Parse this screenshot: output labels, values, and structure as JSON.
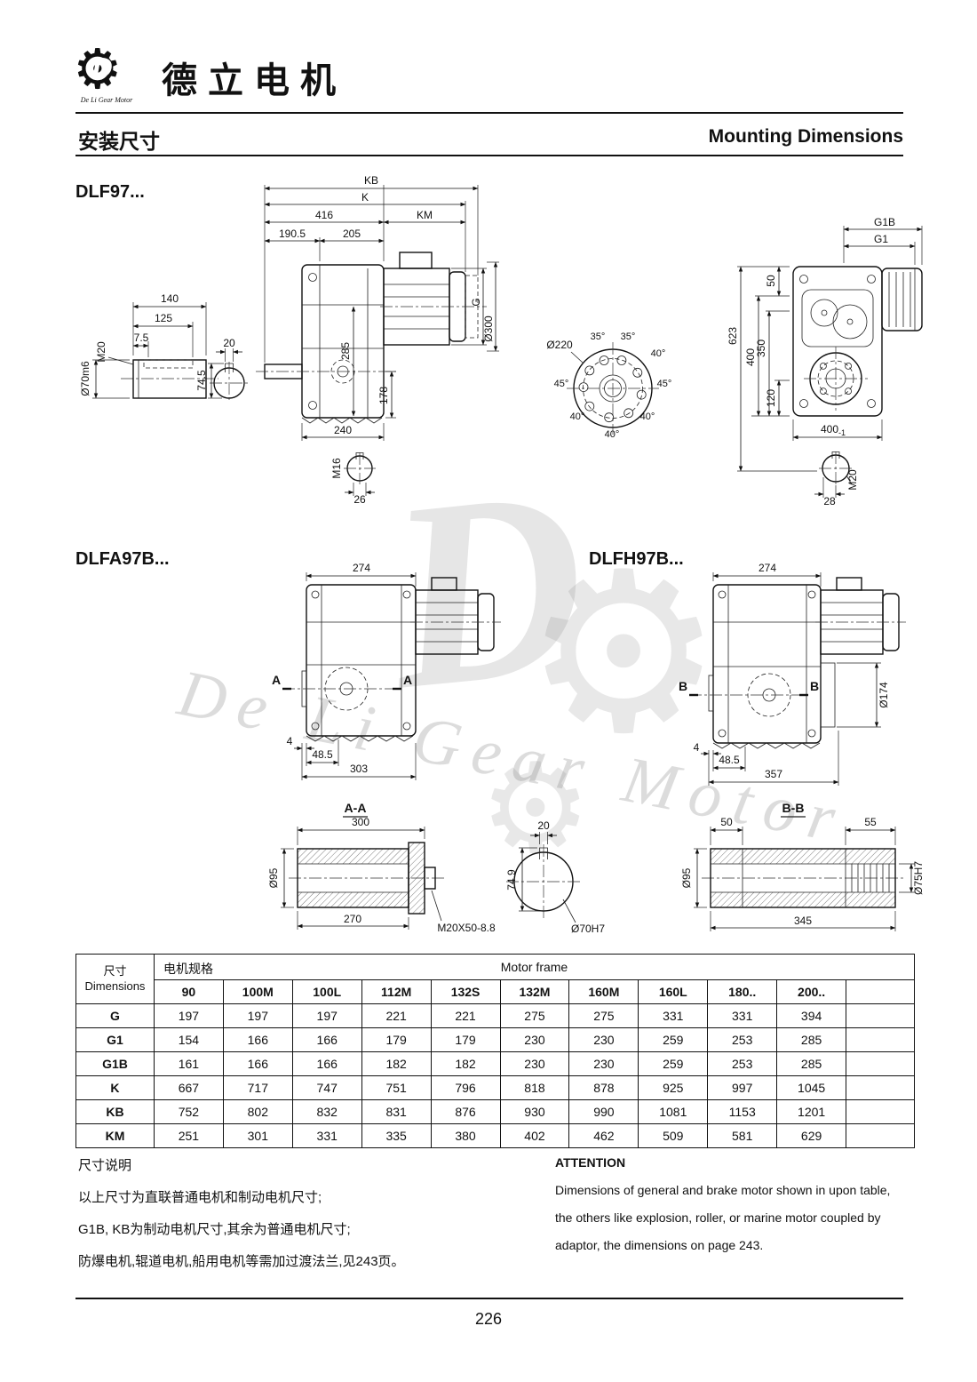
{
  "page": {
    "number": "226"
  },
  "header": {
    "logo": {
      "letter": "D",
      "brand_en": "De Li Gear Motor"
    },
    "title": "德立电机",
    "section_zh": "安装尺寸",
    "section_en": "Mounting Dimensions"
  },
  "models": {
    "top": "DLF97...",
    "mid_left": "DLFA97B...",
    "mid_right": "DLFH97B..."
  },
  "drawings": {
    "shaft_detail": {
      "len140": "140",
      "len125": "125",
      "len75": "7.5",
      "thread": "M20",
      "dia": "Ø70m6",
      "key_h": "74.5",
      "key_w": "20"
    },
    "main": {
      "kb": "KB",
      "k": "K",
      "len416": "416",
      "km": "KM",
      "len1905": "190.5",
      "len205": "205",
      "g": "G",
      "dia300": "Ø300",
      "len285": "285",
      "len178": "178",
      "len240": "240",
      "m16": "M16",
      "len26": "26"
    },
    "flange": {
      "dia": "Ø220",
      "angles": [
        "35°",
        "35°",
        "40°",
        "45°",
        "45°",
        "40°",
        "40°",
        "40°"
      ]
    },
    "rear": {
      "g1b": "G1B",
      "g1": "G1",
      "len50": "50",
      "len623": "623",
      "len400": "400",
      "len350": "350",
      "len120": "120",
      "width_main": "400",
      "width_tol": "-1",
      "len28": "28",
      "thread": "M20"
    },
    "dlfa": {
      "len274": "274",
      "sec": "A",
      "len4": "4",
      "len485": "48.5",
      "len303": "303"
    },
    "dlfh": {
      "len274": "274",
      "sec": "B",
      "dia174": "Ø174",
      "len4": "4",
      "len485": "48.5",
      "len357": "357"
    },
    "sec_aa": {
      "title": "A-A",
      "len300": "300",
      "dia95": "Ø95",
      "len270": "270",
      "bolt": "M20X50-8.8"
    },
    "bore": {
      "key_w": "20",
      "key_h": "74.9",
      "dia": "Ø70H7"
    },
    "sec_bb": {
      "title": "B-B",
      "len50": "50",
      "len55": "55",
      "dia95": "Ø95",
      "len345": "345",
      "dia75": "Ø75H7"
    }
  },
  "table": {
    "dim_zh": "尺寸",
    "dim_en": "Dimensions",
    "spec_zh": "电机规格",
    "spec_en": "Motor frame",
    "columns": [
      "90",
      "100M",
      "100L",
      "112M",
      "132S",
      "132M",
      "160M",
      "160L",
      "180..",
      "200.."
    ],
    "rows": [
      {
        "label": "G",
        "values": [
          "197",
          "197",
          "197",
          "221",
          "221",
          "275",
          "275",
          "331",
          "331",
          "394"
        ]
      },
      {
        "label": "G1",
        "values": [
          "154",
          "166",
          "166",
          "179",
          "179",
          "230",
          "230",
          "259",
          "253",
          "285"
        ]
      },
      {
        "label": "G1B",
        "values": [
          "161",
          "166",
          "166",
          "182",
          "182",
          "230",
          "230",
          "259",
          "253",
          "285"
        ]
      },
      {
        "label": "K",
        "values": [
          "667",
          "717",
          "747",
          "751",
          "796",
          "818",
          "878",
          "925",
          "997",
          "1045"
        ]
      },
      {
        "label": "KB",
        "values": [
          "752",
          "802",
          "832",
          "831",
          "876",
          "930",
          "990",
          "1081",
          "1153",
          "1201"
        ]
      },
      {
        "label": "KM",
        "values": [
          "251",
          "301",
          "331",
          "335",
          "380",
          "402",
          "462",
          "509",
          "581",
          "629"
        ]
      }
    ]
  },
  "notes": {
    "zh_title": "尺寸说明",
    "zh_lines": [
      "以上尺寸为直联普通电机和制动电机尺寸;",
      "G1B, KB为制动电机尺寸,其余为普通电机尺寸;",
      "防爆电机,辊道电机,船用电机等需加过渡法兰,见243页。"
    ],
    "en_title": "ATTENTION",
    "en_lines": [
      "Dimensions of general and brake motor shown in upon table,",
      "the others like explosion, roller, or marine motor coupled by",
      "adaptor, the dimensions on page 243."
    ]
  },
  "watermark": {
    "letter": "D",
    "text": "De Li Gear Motor"
  }
}
